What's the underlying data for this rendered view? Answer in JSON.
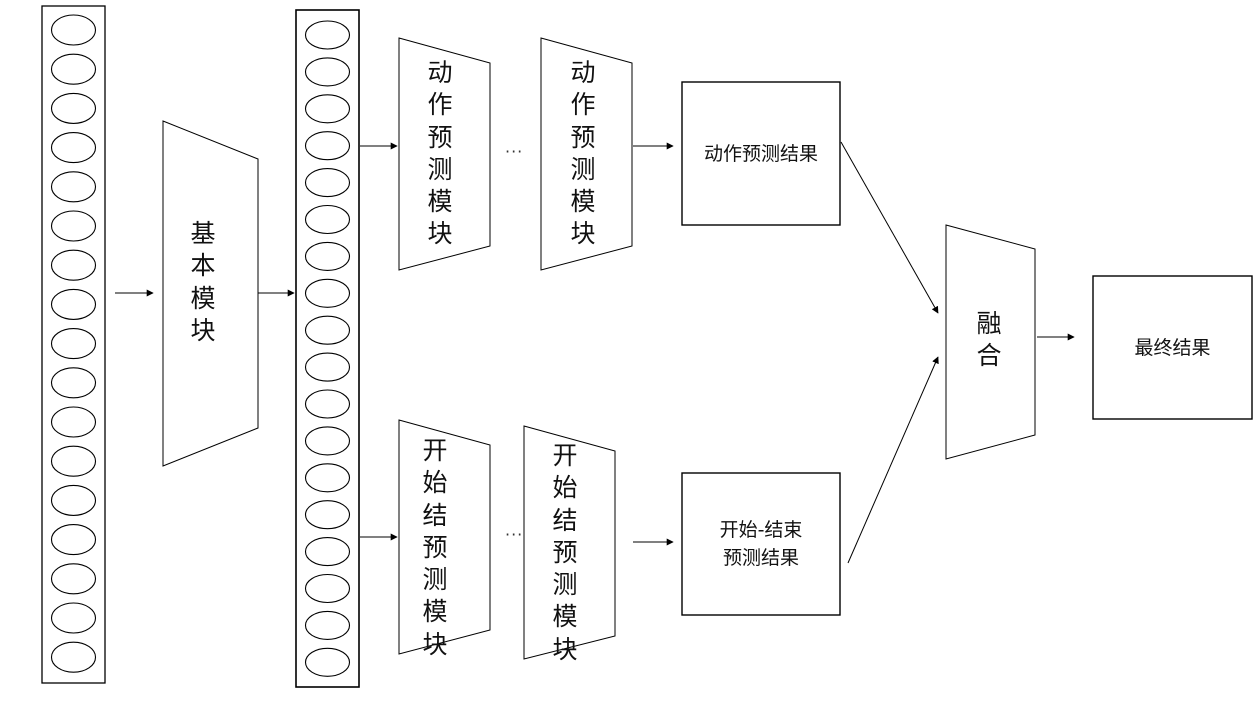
{
  "nodes": {
    "basic_module": "基本模块",
    "action_module_1": "动作预测模块",
    "action_module_2": "动作预测模块",
    "boundary_module_1": "开始结预测模块",
    "boundary_module_2": "开始结预测模块",
    "action_result": "动作预测结果",
    "boundary_result_line1": "开始-结束",
    "boundary_result_line2": "预测结果",
    "fusion": "融合",
    "final_result": "最终结果"
  },
  "ellipsis": "···",
  "input_column_circle_count": 17,
  "feature_column_circle_count": 18
}
